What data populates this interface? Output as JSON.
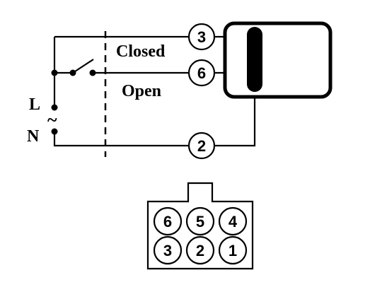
{
  "labels": {
    "closed": "Closed",
    "open": "Open",
    "line": "L",
    "neutral": "N",
    "ac_symbol": "~"
  },
  "wiring_terminals": {
    "closed_terminal": "3",
    "open_terminal": "6",
    "neutral_terminal": "2"
  },
  "connector": {
    "top_row": [
      "6",
      "5",
      "4"
    ],
    "bottom_row": [
      "3",
      "2",
      "1"
    ]
  }
}
